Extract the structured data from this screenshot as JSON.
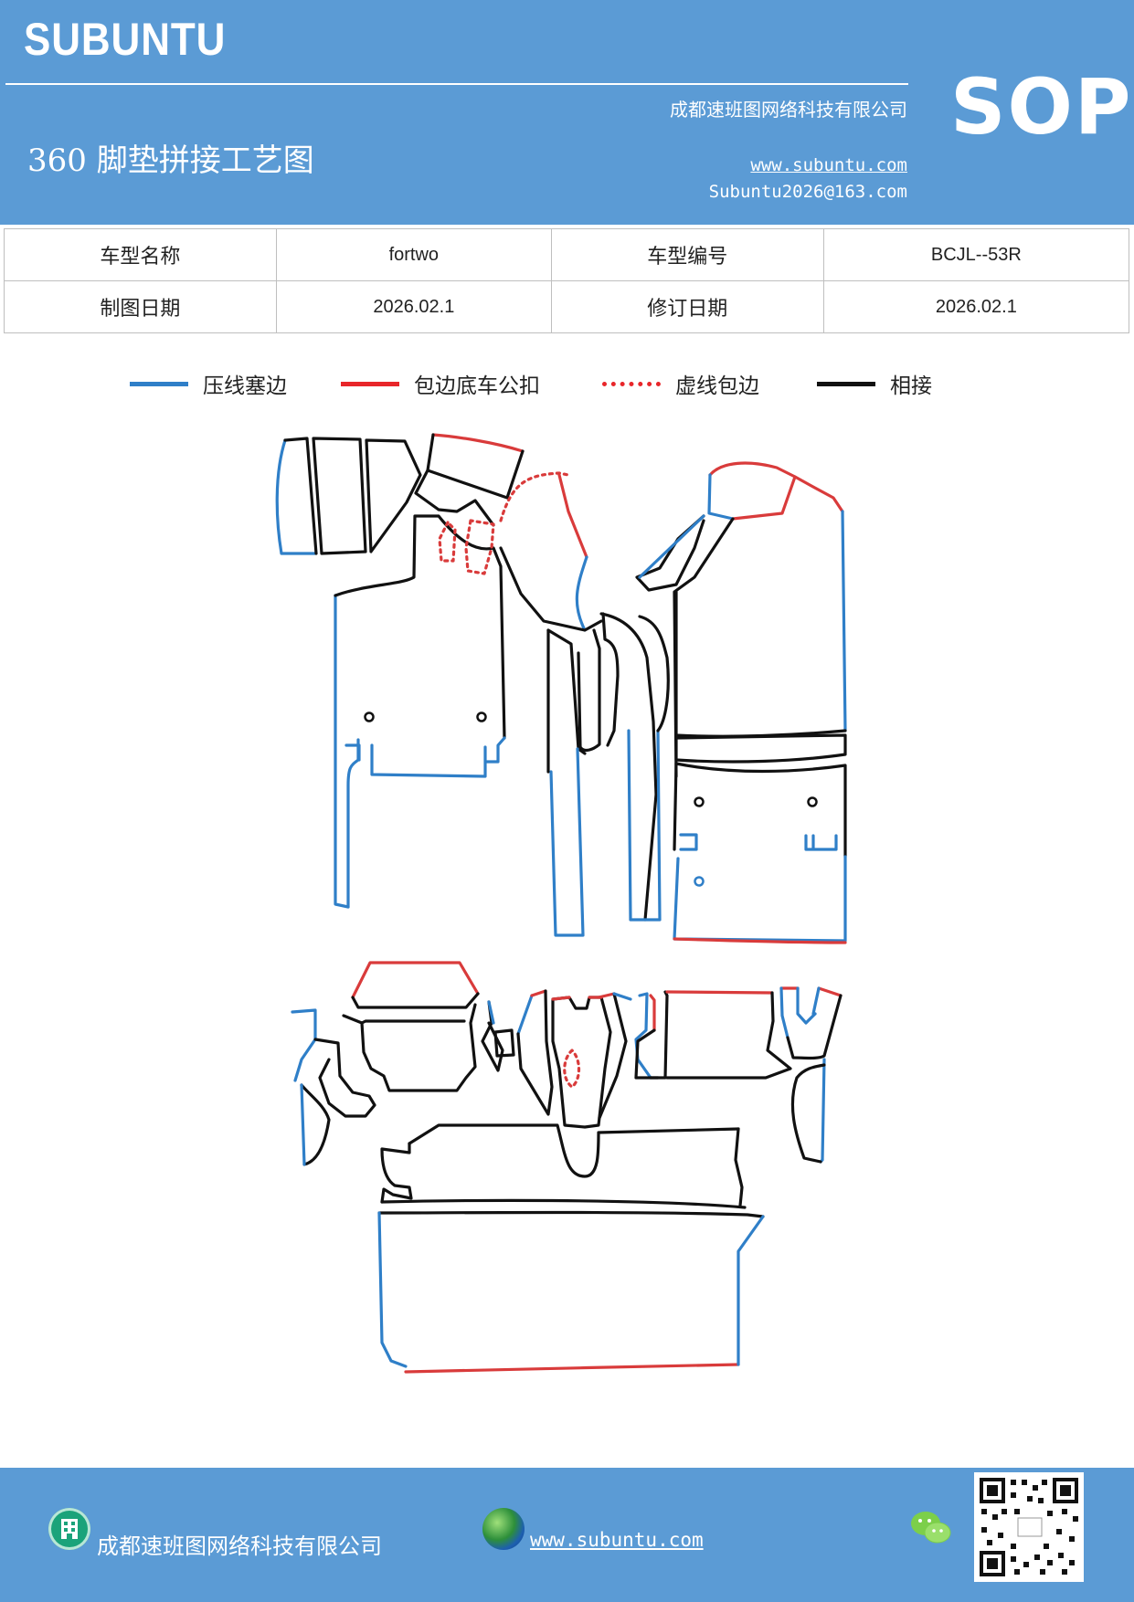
{
  "header": {
    "brand": "SUBUNTU",
    "company": "成都速班图网络科技有限公司",
    "title": "360 脚垫拼接工艺图",
    "website": "www.subuntu.com",
    "email": "Subuntu2026@163.com",
    "sop": "SOP"
  },
  "info": {
    "row1": {
      "label1": "车型名称",
      "value1": "fortwo",
      "label2": "车型编号",
      "value2": "BCJL--53R"
    },
    "row2": {
      "label1": "制图日期",
      "value1": "2026.02.1",
      "label2": "修订日期",
      "value2": "2026.02.1"
    }
  },
  "legend": [
    {
      "label": "压线塞边",
      "color": "#2f7fc8",
      "style": "solid"
    },
    {
      "label": "包边底车公扣",
      "color": "#e8262a",
      "style": "solid"
    },
    {
      "label": "虚线包边",
      "color": "#e8262a",
      "style": "dotted"
    },
    {
      "label": "相接",
      "color": "#111111",
      "style": "solid"
    }
  ],
  "colors": {
    "blue": "#2f7fc8",
    "red": "#d93b3b",
    "black": "#111111",
    "header": "#5b9bd5"
  },
  "footer": {
    "company": "成都速班图网络科技有限公司",
    "website": "www.subuntu.com",
    "icons": [
      "building-icon",
      "globe-icon",
      "wechat-icon",
      "qr-code"
    ]
  }
}
